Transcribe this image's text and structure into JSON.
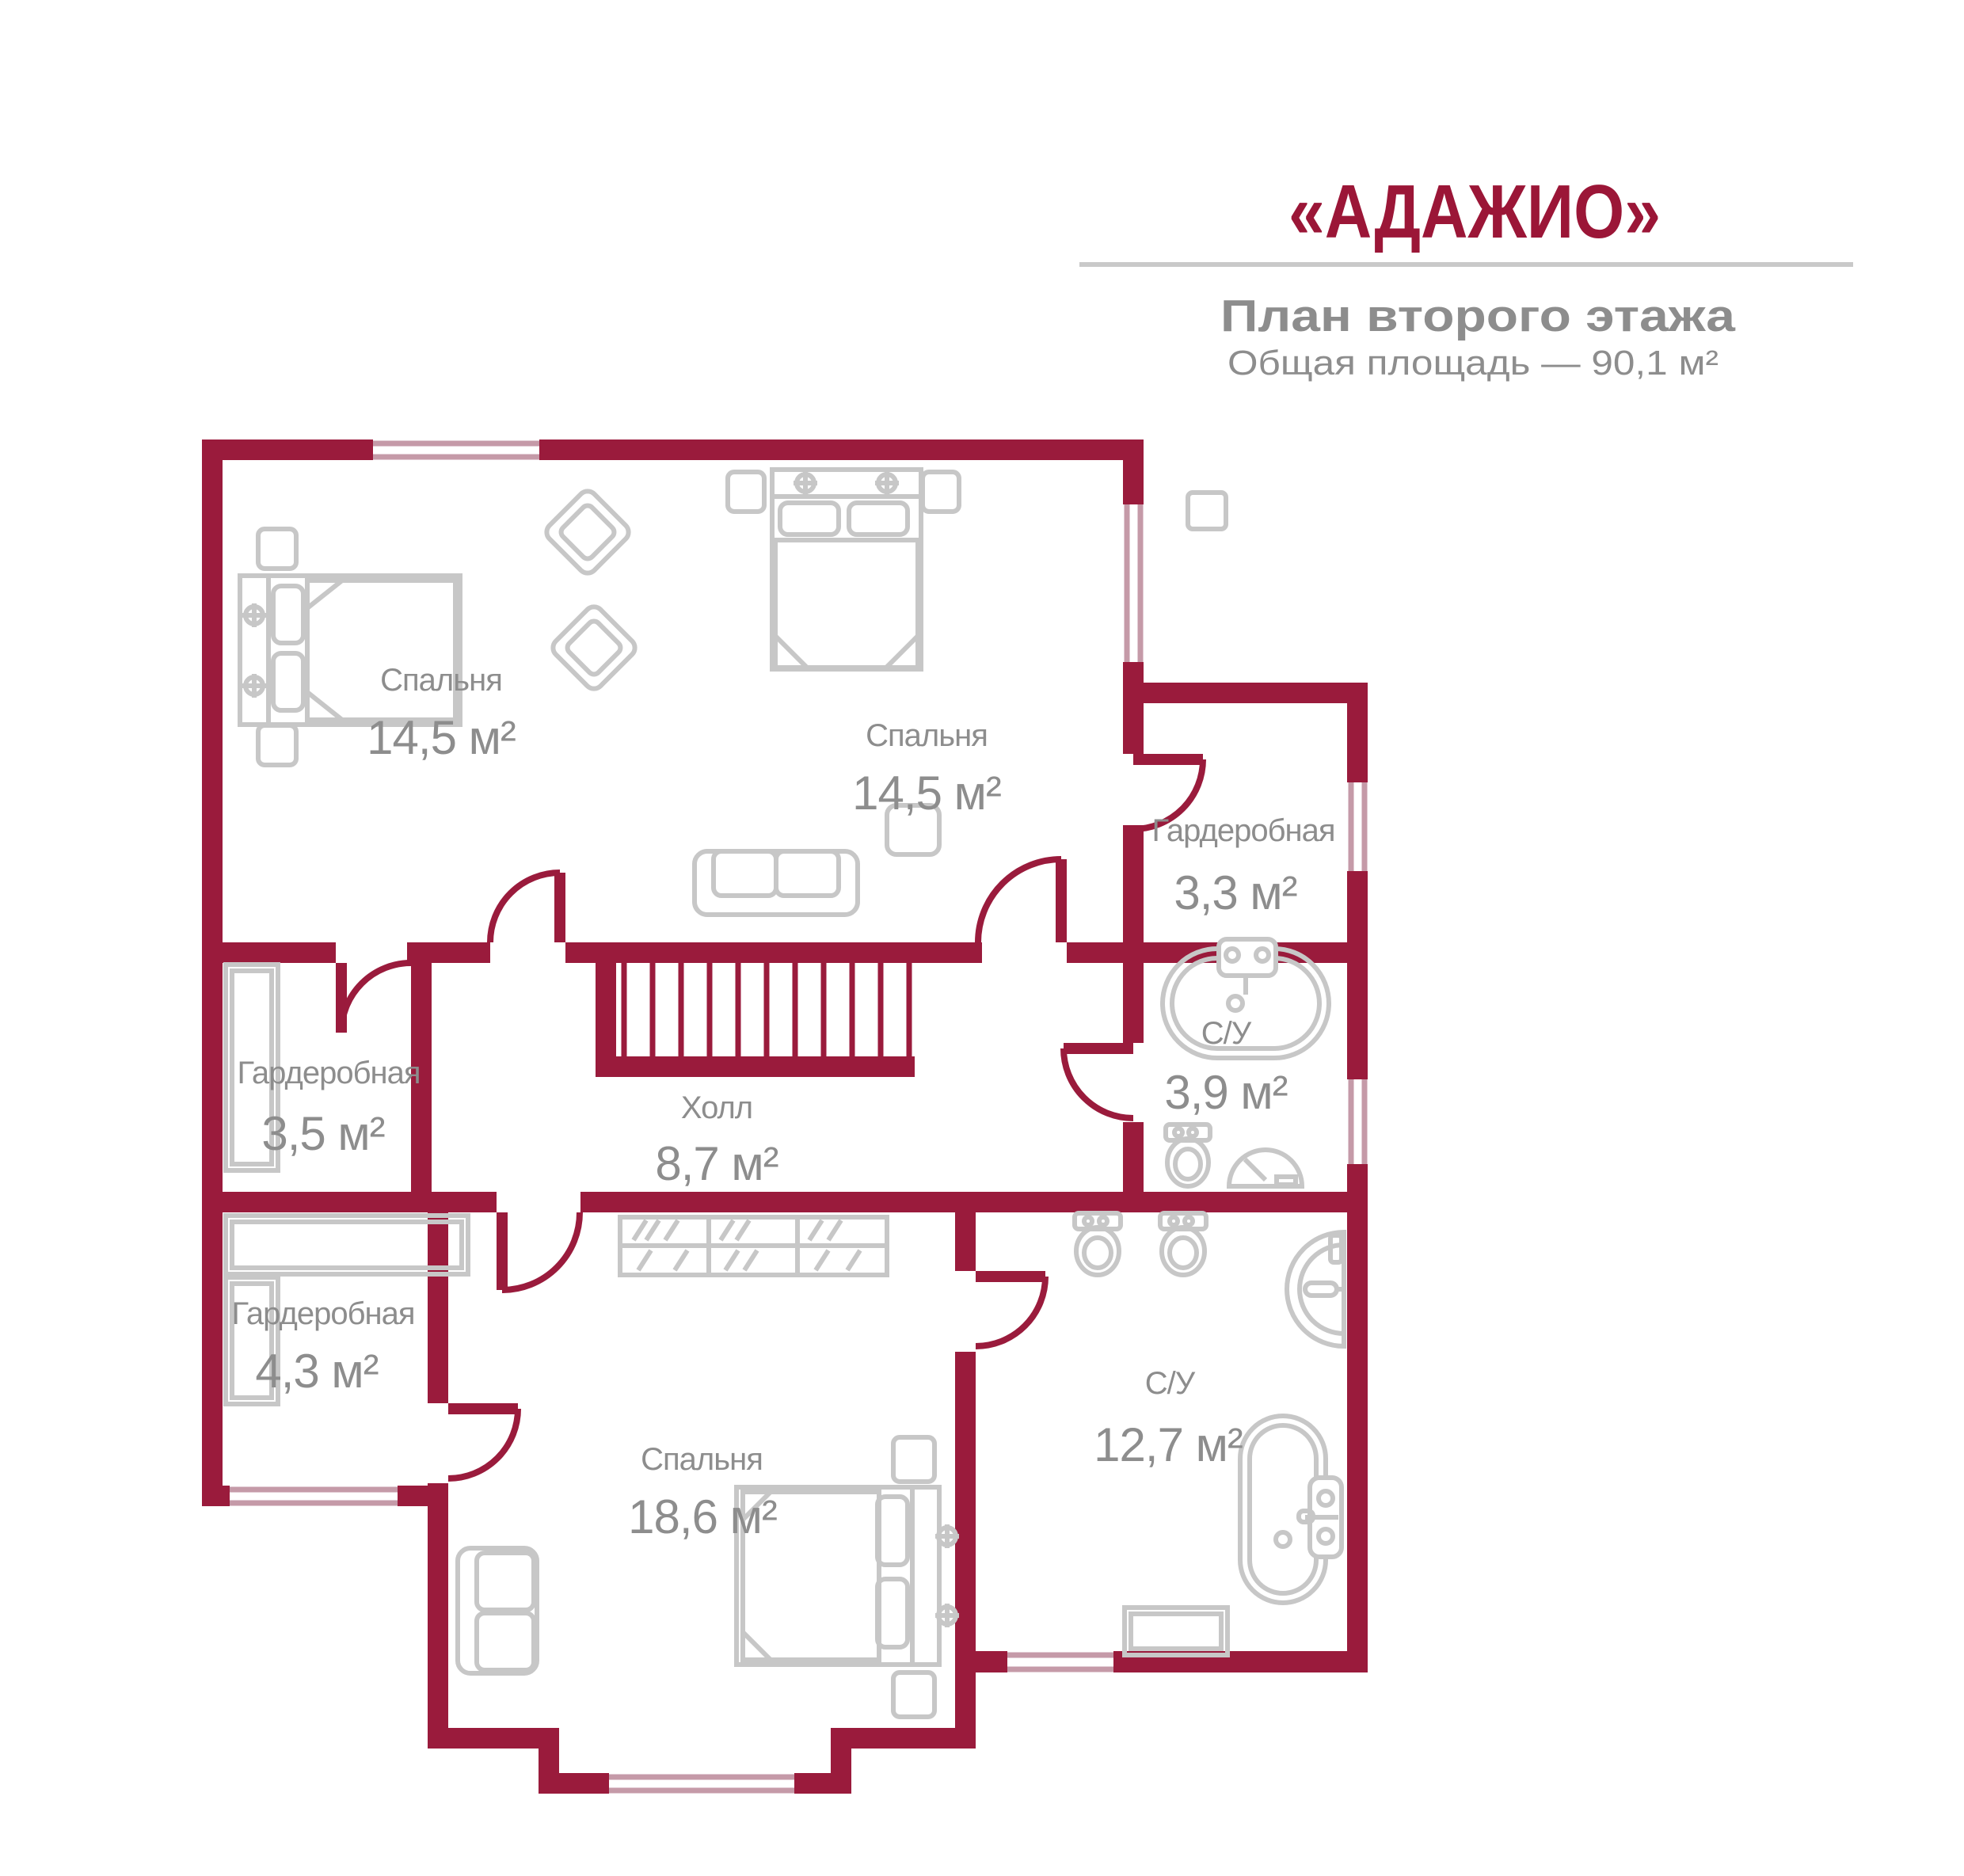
{
  "header": {
    "title": "«АДАЖИО»",
    "subtitle": "План второго этажа",
    "total": "Общая площадь — 90,1 м²"
  },
  "rooms": [
    {
      "id": "bedroom-1",
      "name": "Спальня",
      "area_label": "14,5 м²"
    },
    {
      "id": "bedroom-2",
      "name": "Спальня",
      "area_label": "14,5 м²"
    },
    {
      "id": "wardrobe-33",
      "name": "Гардеробная",
      "area_label": "3,3 м²"
    },
    {
      "id": "wardrobe-35",
      "name": "Гардеробная",
      "area_label": "3,5 м²"
    },
    {
      "id": "hall",
      "name": "Холл",
      "area_label": "8,7 м²"
    },
    {
      "id": "bathroom-39",
      "name": "С/У",
      "area_label": "3,9 м²"
    },
    {
      "id": "wardrobe-43",
      "name": "Гардеробная",
      "area_label": "4,3 м²"
    },
    {
      "id": "bedroom-3",
      "name": "Спальня",
      "area_label": "18,6 м²"
    },
    {
      "id": "bathroom-127",
      "name": "С/У",
      "area_label": "12,7 м²"
    }
  ],
  "colors": {
    "wall": "#9a1b3c",
    "window": "#c59aa8",
    "furniture": "#c7c7c7",
    "label_text": "#8d8d8d",
    "accent_title": "#9b1637",
    "divider": "#c9c9c9"
  }
}
